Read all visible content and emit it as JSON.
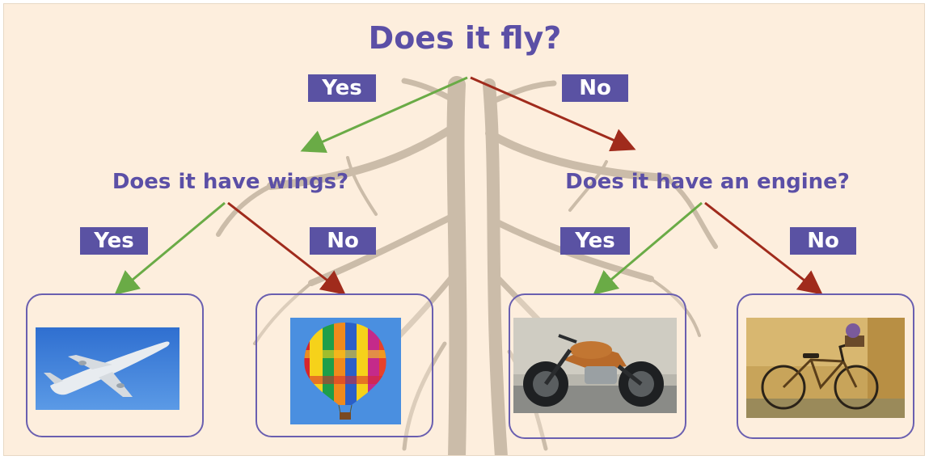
{
  "diagram": {
    "root_question": "Does it fly?",
    "left_question": "Does it have wings?",
    "right_question": "Does it have an engine?",
    "labels": {
      "root_yes": "Yes",
      "root_no": "No",
      "left_yes": "Yes",
      "left_no": "No",
      "right_yes": "Yes",
      "right_no": "No"
    },
    "leaves": [
      {
        "depicts": "airplane"
      },
      {
        "depicts": "hot-air-balloon"
      },
      {
        "depicts": "motorcycle"
      },
      {
        "depicts": "bicycle"
      }
    ]
  },
  "colors": {
    "background": "#fdeedd",
    "text": "#5b4fa6",
    "label_bg": "#5a52a3",
    "yes_arrow": "#6aab46",
    "no_arrow": "#a02b1c",
    "card_border": "#6a5fb0",
    "roots": "#c9bba9"
  }
}
